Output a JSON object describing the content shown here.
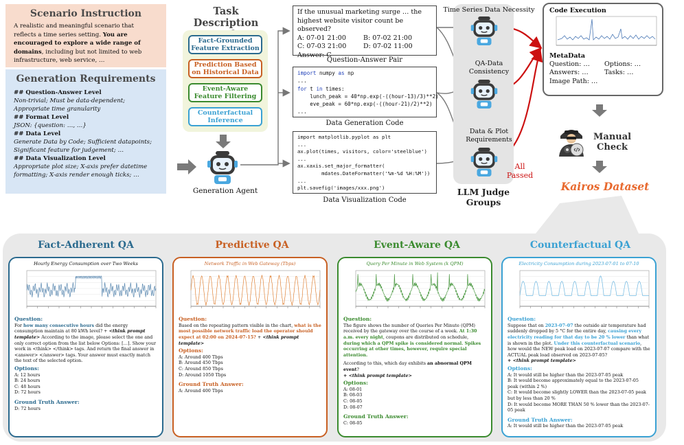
{
  "scenario": {
    "title": "Scenario Instruction",
    "text_a": "A realistic and meaningful scenario that reflects a time series setting. ",
    "text_b": "You are encouraged to explore a wide range of domains",
    "text_c": ", including but not limited to web infrastructure, web service, …"
  },
  "gen_req": {
    "title": "Generation Requirements",
    "items": [
      {
        "h": "## Question-Answer Level",
        "t": "Non-trivial; Must be data-dependent; Appropriate time granularity"
      },
      {
        "h": "## Format Level",
        "t": "JSON: {question: …, …}"
      },
      {
        "h": "## Data Level",
        "t": "Generate Data by Code; Sufficient datapoints; Significant feature for judgement; …"
      },
      {
        "h": "## Data Visualization Level",
        "t": "Appropriate plot size; X-axis prefer datetime formatting; X-axis render enough ticks; …"
      }
    ]
  },
  "pools": {
    "title": "Task Description Pools",
    "items": [
      "Fact-Grounded Feature Extraction",
      "Prediction Based on Historical Data",
      "Event-Aware Feature Filtering",
      "Counterfactual Inference"
    ],
    "colors": [
      "#2b6a8e",
      "#c86023",
      "#3a8a2e",
      "#3aa1d3"
    ]
  },
  "agent": {
    "label": "Generation Agent"
  },
  "qa_box": {
    "question": "If the unusual marketing surge … the highest website visitor count be observed?",
    "opt_a": "A: 07-01 21:00",
    "opt_b": "B: 07-02 21:00",
    "opt_c": "C: 07-03 21:00",
    "opt_d": "D: 07-02 11:00",
    "answer": "Answer: C",
    "caption": "Question-Answer Pair"
  },
  "code_gen": {
    "line1_kw": "import",
    "line1_rest": " numpy ",
    "line1_kw2": "as",
    "line1_end": " np",
    "line2": "...",
    "line3_kw": "for",
    "line3_mid": " t ",
    "line3_kw2": "in",
    "line3_end": " times:",
    "line4": "    lunch_peak = 40*np.exp(-((hour-13)/3)**2)",
    "line5": "    eve_peak = 60*np.exp(-((hour-21)/2)**2)",
    "line6": "...",
    "caption": "Data Generation Code"
  },
  "code_vis": {
    "line1": "import matplotlib.pyplot as plt",
    "line2": "...",
    "line3": "ax.plot(times, visitors, color='steelblue')",
    "line4": "...",
    "line5": "ax.xaxis.set_major_formatter(",
    "line6": "        mdates.DateFormatter('%m-%d %H:%M'))",
    "line7": "...",
    "line8": "plt.savefig('images/xxx.png')",
    "caption": "Data Visualization Code"
  },
  "judges": {
    "j1": "Time Series Data Necessity",
    "j2": "QA-Data Consistency",
    "j3": "Data & Plot Requirements",
    "title": "LLM Judge Groups",
    "all_passed": "All Passed"
  },
  "exec": {
    "title": "Code Execution",
    "meta_title": "MetaData",
    "question": "Question: …",
    "options": "Options: …",
    "answers": "Answers: …",
    "tasks": "Tasks: …",
    "image_path": "Image Path: …"
  },
  "manual": {
    "line1": "Manual",
    "line2": "Check"
  },
  "kairos": "Kairos Dataset",
  "cards": [
    {
      "title": "Fact-Adherent QA",
      "color": "#2b6a8e",
      "chart_title": "Hourly Energy Consumption over Two Weeks",
      "q_pre": "For ",
      "q_hl": "how many consecutive hours",
      "q_mid": " did the energy consumption maintain at 80 kWh level? + ",
      "q_tpl": "<think prompt template>",
      "q_post": " According to the image, please select the one and only correct option from the list below Options: […]. Show your work in <think> </think> tags. And return the final answer in <answer> </answer> tags. Your answer must exactly match the text of the selected option.",
      "options": [
        "A: 12 hours",
        "B: 24 hours",
        "C: 48 hours",
        "D: 72 hours"
      ],
      "answer": "D: 72 hours"
    },
    {
      "title": "Predictive QA",
      "color": "#c86023",
      "chart_title": "Network Traffic in Web Gateway (Tbps)",
      "q_pre": "Based on the repeating pattern visible in the chart, ",
      "q_hl": "what is the most possible network traffic load the operator should expect at 02:00 on 2024-07-15?",
      "q_mid": " + ",
      "q_tpl": "<think prompt template>",
      "q_post": "",
      "options": [
        "A: Around 400 Tbps",
        "B: Around 450 Tbps",
        "C: Around 850 Tbps",
        "D: Around 1050 Tbps"
      ],
      "answer": "A: Around 400 Tbps"
    },
    {
      "title": "Event-Aware QA",
      "color": "#3a8a2e",
      "chart_title": "Query Per Minute in Web System (k QPM)",
      "q_pre": "The figure shows the number of Queries Per Minute (QPM) received by the gateway over the course of a week. ",
      "q_hl": "At 1:30 a.m. every night",
      "q_mid": ", coupons are distributed on schedule, ",
      "q_hl2": "during which a QPM spike is considered normal. Spikes occurring at other times, however, require special attention.",
      "q_post2": "According to this, which day exhibits ",
      "q_bold": "an abnormal QPM event",
      "q_end": "?",
      "q_tpl": "+ <think prompt template>",
      "options": [
        "A: 08-01",
        "B: 08-03",
        "C: 08-05",
        "D: 08-07"
      ],
      "answer": "C: 08-05"
    },
    {
      "title": "Counterfactual QA",
      "color": "#3aa1d3",
      "chart_title": "Electricity Consumption during 2023-07-01 to 07-10",
      "q_pre": "Suppose that on ",
      "q_hl": "2023-07-07",
      "q_mid": " the outside air temperature had suddenly dropped by 5 °C for the entire day, ",
      "q_hl2": "causing every electricity reading for that day to be 20 % lower",
      "q_mid2": " than what is shown in the plot. ",
      "q_hl3": "Under this counterfactual scenario",
      "q_post": ", how would the NEW peak load on 2023-07-07 compare with the ACTUAL peak load observed on 2023-07-05?",
      "q_tpl": "+ <think prompt template>",
      "options": [
        "A: It would still be higher than the 2023-07-05 peak",
        "B: It would become approximately equal to the 2023-07-05 peak (within 2 %)",
        "C: It would become slightly LOWER than the 2023-07-05 peak but by less than 20 %",
        "D: It would become MORE THAN 50 % lower than the 2023-07-05 peak"
      ],
      "answer": "A: It would still be higher than the 2023-07-05 peak"
    }
  ],
  "labels": {
    "question": "Question:",
    "options": "Options:",
    "gta": "Ground Truth Answer:"
  }
}
